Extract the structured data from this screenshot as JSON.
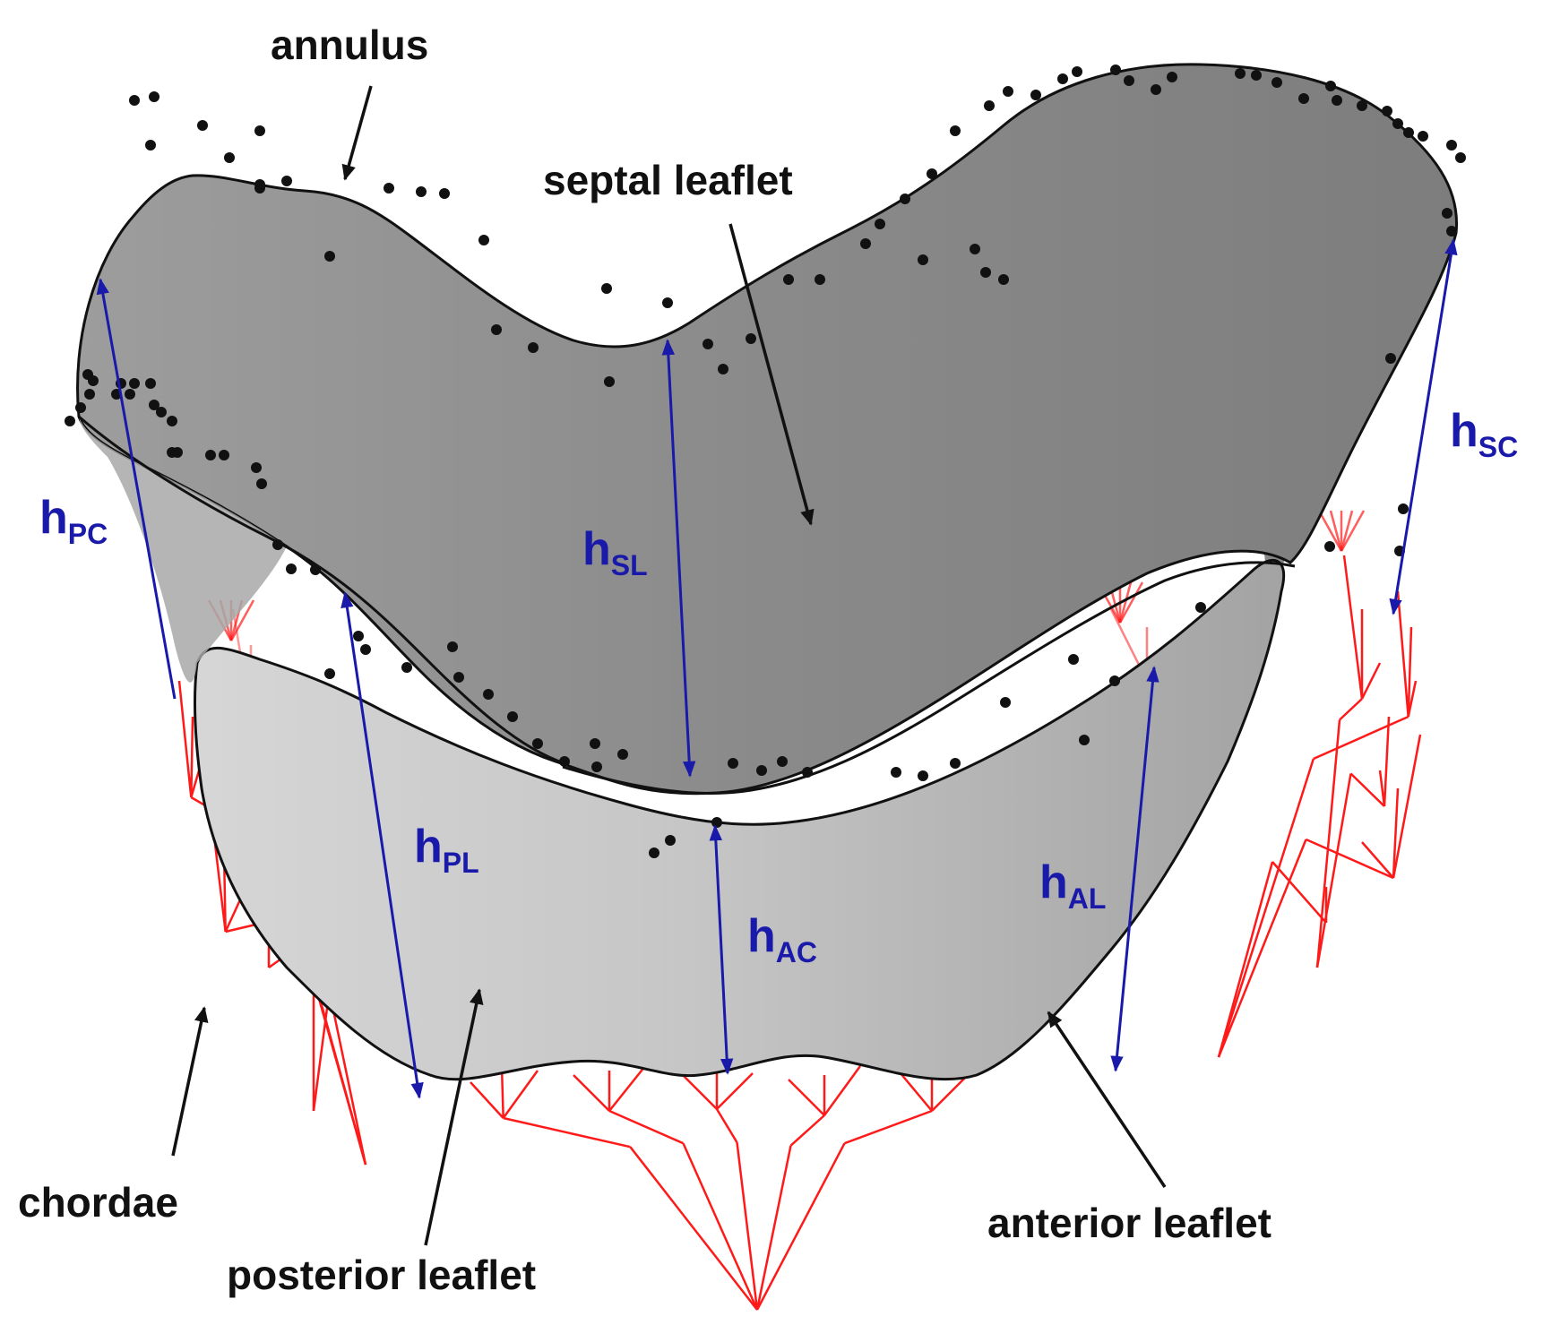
{
  "labels": {
    "annulus": "annulus",
    "septal": "septal leaflet",
    "chordae": "chordae",
    "posterior": "posterior leaflet",
    "anterior": "anterior leaflet"
  },
  "heights": {
    "pc": {
      "main": "h",
      "sub": "PC"
    },
    "sl": {
      "main": "h",
      "sub": "SL"
    },
    "sc": {
      "main": "h",
      "sub": "SC"
    },
    "pl": {
      "main": "h",
      "sub": "PL"
    },
    "ac": {
      "main": "h",
      "sub": "AC"
    },
    "al": {
      "main": "h",
      "sub": "AL"
    }
  },
  "colors": {
    "height_arrows": "#1a1aaa",
    "chordae": "#ff1a1a",
    "surface_dark": "#8c8c8c",
    "surface_light": "#c4c4c4",
    "outline": "#111111",
    "points": "#111111"
  }
}
